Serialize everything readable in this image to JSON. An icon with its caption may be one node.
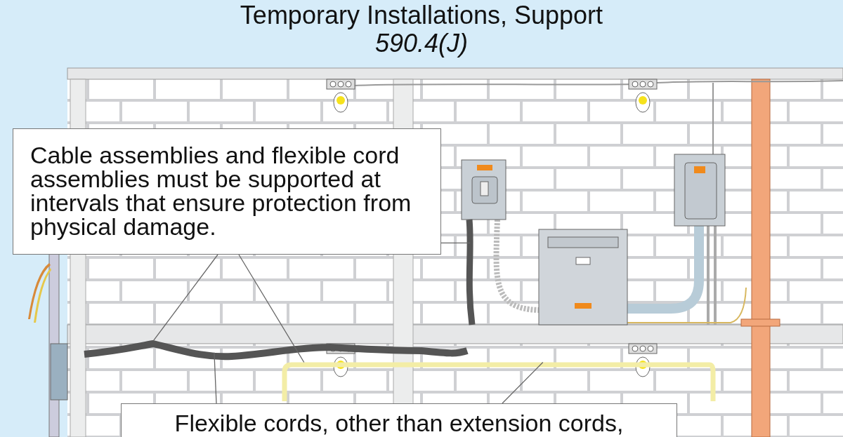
{
  "diagram": {
    "title": "Temporary Installations, Support",
    "nodes": [
      {
        "text": [
          "Cable assemblies and flexible cord assemblies must be supported at intervals that ensure protection from physical damage."
        ]
      },
      {
        "text": [
          "Flexible cords, other than extension cords,"
        ]
      },
      {
        "text": [],
        "shape": "cable"
      },
      {
        "text": [],
        "shape": "cable"
      },
      {
        "text": [],
        "shape": "cable"
      }
    ],
    "edges": [
      {
        "from": 0,
        "to": 2,
        "arrow": "none"
      },
      {
        "from": 0,
        "to": 3,
        "arrow": "none"
      },
      {
        "from": 0,
        "to": 4,
        "arrow": "none"
      },
      {
        "from": 1,
        "to": 2,
        "arrow": "none"
      },
      {
        "from": 1,
        "to": 3,
        "arrow": "none"
      }
    ],
    "labels": [
      "590.4(J)"
    ]
  }
}
